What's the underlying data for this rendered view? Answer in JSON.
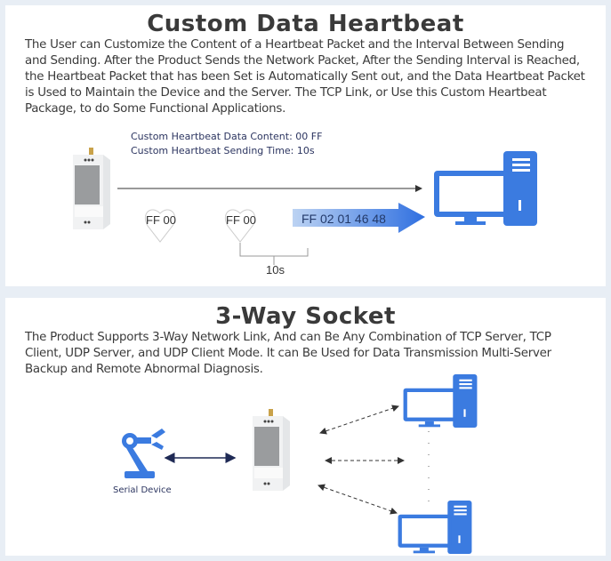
{
  "heartbeat": {
    "title": "Custom Data Heartbeat",
    "description": "The User can Customize the Content of a Heartbeat Packet and the Interval Between Sending and Sending. After the Product Sends the Network Packet, After the Sending Interval is Reached, the Heartbeat Packet that has been Set is Automatically Sent out, and the Data Heartbeat Packet is Used to Maintain the Device and the Server. The TCP Link, or Use this Custom Heartbeat Package, to do Some Functional Applications.",
    "data_content": "Custom Heartbeat Data Content: 00 FF",
    "sending_time": "Custom Heartbeat Sending Time: 10s",
    "heart1": "FF 00",
    "heart2": "FF 00",
    "packet": "FF 02 01 46 48",
    "interval": "10s"
  },
  "socket": {
    "title": "3-Way Socket",
    "description": "The Product Supports 3-Way Network Link, And can Be Any Combination of TCP Server, TCP Client, UDP Server, and UDP Client Mode. It can Be Used for Data Transmission Multi-Server Backup and Remote Abnormal Diagnosis.",
    "serial_label": "Serial Device"
  },
  "colors": {
    "accent": "#3b7be0",
    "dark_arrow": "#1f2a55"
  }
}
